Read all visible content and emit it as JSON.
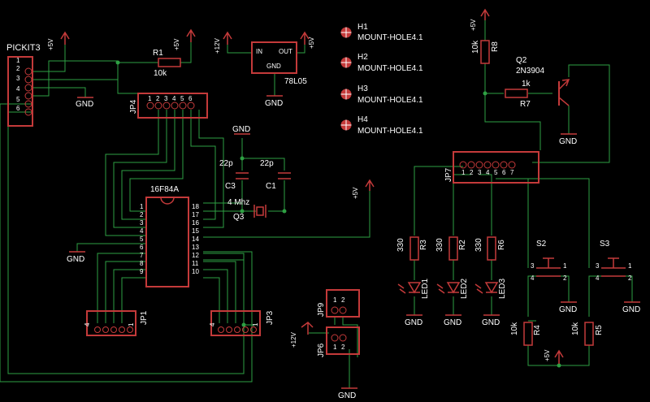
{
  "canvas_title": "",
  "pickit": {
    "name": "PICKIT3",
    "pins": [
      "1",
      "2",
      "3",
      "4",
      "5",
      "6"
    ],
    "vcc": "+5V",
    "gnd": "GND"
  },
  "r1": {
    "name": "R1",
    "value": "10k",
    "vcc": "+5V"
  },
  "jp4": {
    "name": "JP4",
    "pins": [
      "1",
      "2",
      "3",
      "4",
      "5",
      "6"
    ]
  },
  "regulator": {
    "name": "78L05",
    "in": "IN",
    "out": "OUT",
    "gnd": "GND",
    "vin": "+12V",
    "vout": "+5V",
    "gnd_label": "GND"
  },
  "holes": [
    {
      "name": "H1",
      "value": "MOUNT-HOLE4.1"
    },
    {
      "name": "H2",
      "value": "MOUNT-HOLE4.1"
    },
    {
      "name": "H3",
      "value": "MOUNT-HOLE4.1"
    },
    {
      "name": "H4",
      "value": "MOUNT-HOLE4.1"
    }
  ],
  "crystal": {
    "c3_value": "22p",
    "c3_name": "C3",
    "c1_value": "22p",
    "c1_name": "C1",
    "freq": "4 Mhz",
    "name": "Q3",
    "gnd": "GND"
  },
  "mcu": {
    "name": "16F84A",
    "left_pins": [
      "1",
      "2",
      "3",
      "4",
      "5",
      "6",
      "7",
      "8",
      "9"
    ],
    "right_pins": [
      "18",
      "17",
      "16",
      "15",
      "14",
      "13",
      "12",
      "11",
      "10"
    ],
    "gnd": "GND",
    "vcc": "+5V"
  },
  "jp1": {
    "name": "JP1",
    "pin_first": "4",
    "pin_last": "1"
  },
  "jp3": {
    "name": "JP3",
    "pin_first": "4",
    "pin_last": "1"
  },
  "jp9": {
    "name": "JP9",
    "pins": [
      "1",
      "2"
    ]
  },
  "jp6": {
    "name": "JP6",
    "pins": [
      "1",
      "2"
    ],
    "vin": "+12V",
    "gnd": "GND"
  },
  "r8": {
    "name": "R8",
    "value": "10k",
    "vcc": "+5V"
  },
  "q2": {
    "name": "Q2",
    "value": "2N3904",
    "gnd": "GND"
  },
  "r7": {
    "name": "R7",
    "value": "1k"
  },
  "jp7": {
    "name": "JP7",
    "pins": [
      "1",
      "2",
      "3",
      "4",
      "5",
      "6",
      "7"
    ]
  },
  "leds": [
    {
      "r_name": "R3",
      "r_value": "330",
      "led": "LED1",
      "gnd": "GND"
    },
    {
      "r_name": "R2",
      "r_value": "330",
      "led": "LED2",
      "gnd": "GND"
    },
    {
      "r_name": "R6",
      "r_value": "330",
      "led": "LED3",
      "gnd": "GND"
    }
  ],
  "switches": [
    {
      "name": "S2",
      "p3": "3",
      "p4": "4",
      "p1": "1",
      "p2": "2",
      "gnd": "GND",
      "r_name": "R4",
      "r_value": "10k"
    },
    {
      "name": "S3",
      "p3": "3",
      "p4": "4",
      "p1": "1",
      "p2": "2",
      "gnd": "GND",
      "r_name": "R5",
      "r_value": "10k"
    }
  ],
  "switch_vcc": "+5V",
  "colors": {
    "wire": "#2ea043",
    "part": "#c43a3a",
    "text": "#ffffff",
    "background": "#000000"
  }
}
